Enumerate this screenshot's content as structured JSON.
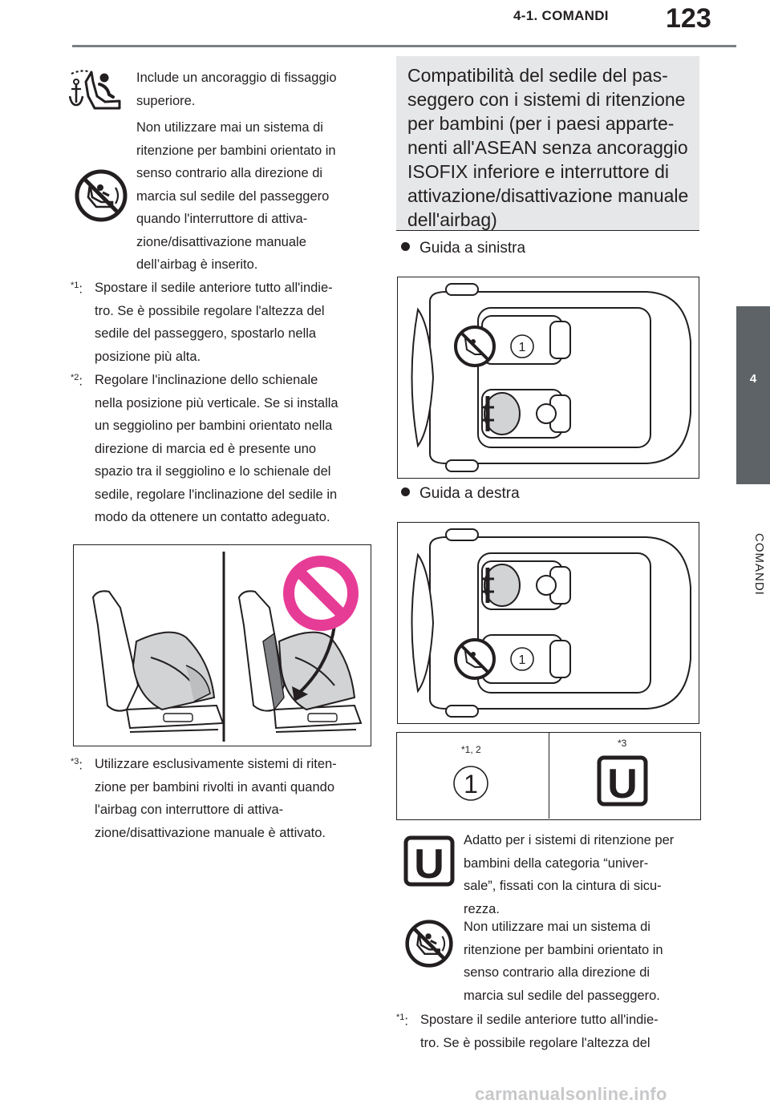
{
  "header": {
    "section": "4-1. COMANDI",
    "page_number": "123"
  },
  "side_tab": {
    "number": "4",
    "label": "COMANDI"
  },
  "left": {
    "icon1_text": [
      "Include un ancoraggio di fissaggio",
      "superiore."
    ],
    "icon2_text": [
      "Non utilizzare mai un sistema di",
      "ritenzione per bambini orientato in",
      "senso contrario alla direzione di",
      "marcia sul sedile del passeggero",
      "quando l'interruttore di attiva-",
      "zione/disattivazione manuale",
      "dell’airbag è inserito."
    ],
    "note1": {
      "mark": "*1",
      "lines": [
        "Spostare il sedile anteriore tutto all'indie-",
        "tro. Se è possibile regolare l'altezza del",
        "sedile del passeggero, spostarlo nella",
        "posizione più alta."
      ]
    },
    "note2": {
      "mark": "*2",
      "lines": [
        "Regolare l'inclinazione dello schienale",
        "nella posizione più verticale. Se si installa",
        "un seggiolino per bambini orientato nella",
        "direzione di marcia ed è presente uno",
        "spazio tra il seggiolino e lo schienale del",
        "sedile, regolare l'inclinazione del sedile in",
        "modo da ottenere un contatto adeguato."
      ]
    },
    "note3": {
      "mark": "*3",
      "lines": [
        "Utilizzare esclusivamente sistemi di riten-",
        "zione per bambini rivolti in avanti quando",
        "l'airbag con interruttore di attiva-",
        "zione/disattivazione manuale è attivato."
      ]
    }
  },
  "right": {
    "section_title": [
      "Compatibilità del sedile del pas-",
      "seggero con i sistemi di ritenzione",
      "per bambini (per i paesi apparte-",
      "nenti all'ASEAN senza ancoraggio",
      "ISOFIX inferiore e interruttore di",
      "attivazione/disattivazione manuale",
      "dell'airbag)"
    ],
    "bullet_lhd": "Guida a sinistra",
    "bullet_rhd": "Guida a destra",
    "seat_mark": "1",
    "table": {
      "col1_label": "*1, 2",
      "col1_symbol": "1",
      "col2_label": "*3",
      "col2_symbol": "U"
    },
    "legend_u_text": [
      "Adatto per i sistemi di ritenzione per",
      "bambini della categoria “univer-",
      "sale”, fissati con la cintura di sicu-",
      "rezza."
    ],
    "legend_no_text": [
      "Non utilizzare mai un sistema di",
      "ritenzione per bambini orientato in",
      "senso contrario alla direzione di",
      "marcia sul sedile del passeggero."
    ],
    "note1": {
      "mark": "*1",
      "lines": [
        "Spostare il sedile anteriore tutto all'indie-",
        "tro. Se è possibile regolare l'altezza del"
      ]
    }
  },
  "watermark": "carmanualsonline.info",
  "colors": {
    "header_rule": "#7a7f83",
    "tab": "#5d6366",
    "prohibit_pink": "#e63c96",
    "section_bg": "#e6e7e8"
  }
}
